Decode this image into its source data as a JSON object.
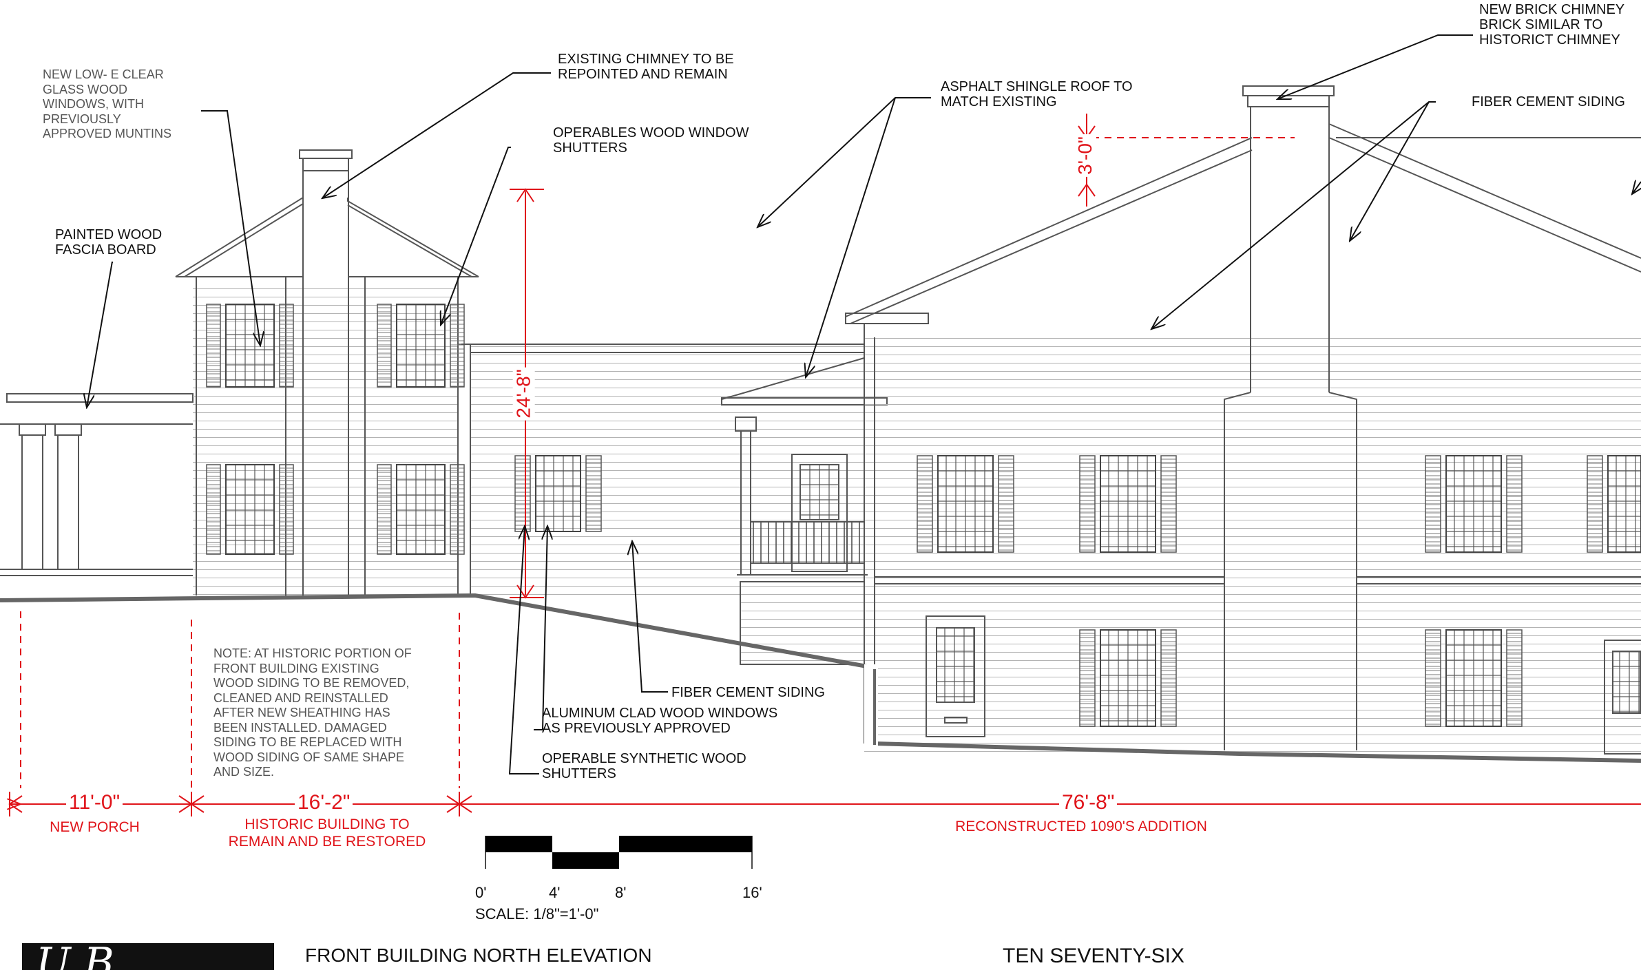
{
  "notes": {
    "windows": "NEW LOW- E CLEAR\nGLASS  WOOD\nWINDOWS, WITH\nPREVIOUSLY\nAPPROVED MUNTINS",
    "chimney_existing": "EXISTING CHIMNEY TO BE\nREPOINTED AND REMAIN",
    "shutters_wood": "OPERABLES WOOD WINDOW\nSHUTTERS",
    "fascia": "PAINTED WOOD\nFASCIA BOARD",
    "roof": "ASPHALT SHINGLE ROOF TO\nMATCH EXISTING",
    "chimney_new": "NEW BRICK CHIMNEY\nBRICK SIMILAR TO\nHISTORICT CHIMNEY",
    "siding_upper": "FIBER CEMENT SIDING",
    "siding_lower": "FIBER CEMENT SIDING",
    "aluminum_windows": "ALUMINUM CLAD WOOD WINDOWS\nAS PREVIOUSLY APPROVED",
    "synthetic_shutters": "OPERABLE SYNTHETIC WOOD\nSHUTTERS",
    "historic_note": "NOTE: AT HISTORIC PORTION OF\nFRONT BUILDING EXISTING\nWOOD SIDING TO BE REMOVED,\nCLEANED AND REINSTALLED\nAFTER NEW SHEATHING HAS\nBEEN  INSTALLED. DAMAGED\nSIDING TO BE REPLACED WITH\nWOOD SIDING OF SAME SHAPE\nAND SIZE."
  },
  "dimensions": {
    "porch": "11'-0\"",
    "historic": "16'-2\"",
    "addition": "76'-8\"",
    "height": "24'-8\"",
    "chimney_height": "3'-0\""
  },
  "captions": {
    "porch": "NEW PORCH",
    "historic": "HISTORIC BUILDING TO\nREMAIN AND BE RESTORED",
    "addition": "RECONSTRUCTED 1090'S ADDITION"
  },
  "scale": {
    "ticks": [
      "0'",
      "4'",
      "8'",
      "16'"
    ],
    "label": "SCALE:  1/8\"=1'-0\""
  },
  "title_block": {
    "sheet_title": "FRONT BUILDING NORTH ELEVATION",
    "project": "TEN SEVENTY-SIX",
    "logo_text": "U  B"
  },
  "colors": {
    "dimension": "#e0141a",
    "linework": "#6b6b6b",
    "text": "#111111"
  }
}
